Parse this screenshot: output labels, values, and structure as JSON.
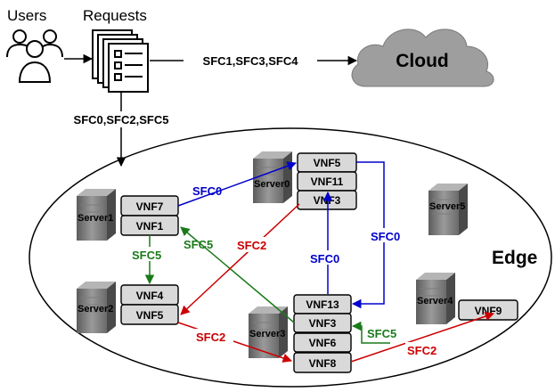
{
  "header": {
    "users_label": "Users",
    "requests_label": "Requests"
  },
  "cloud": {
    "label": "Cloud"
  },
  "edge": {
    "label": "Edge"
  },
  "flows": {
    "to_cloud": "SFC1,SFC3,SFC4",
    "to_edge": "SFC0,SFC2,SFC5"
  },
  "servers": [
    "Server0",
    "Server1",
    "Server2",
    "Server3",
    "Server4",
    "Server5"
  ],
  "vnfs": {
    "server0": [
      "VNF5",
      "VNF11",
      "VNF3"
    ],
    "server1": [
      "VNF7",
      "VNF1"
    ],
    "server2": [
      "VNF4",
      "VNF5"
    ],
    "server3": [
      "VNF13",
      "VNF3",
      "VNF6",
      "VNF8"
    ],
    "server4": [
      "VNF9"
    ]
  },
  "chain_labels": {
    "sfc0_top": "SFC0",
    "sfc0_right": "SFC0",
    "sfc0_mid": "SFC0",
    "sfc5_left": "SFC5",
    "sfc5_cross": "SFC5",
    "sfc5_right": "SFC5",
    "sfc2_cross": "SFC2",
    "sfc2_bottom": "SFC2",
    "sfc2_right": "SFC2"
  },
  "colors": {
    "sfc0": "#0000cc",
    "sfc2": "#cc0000",
    "sfc5": "#1a7a1a",
    "vnf_fill": "#d9d9d9",
    "cloud_fill": "#9e9e9e"
  },
  "icons": [
    "users-icon",
    "requests-icon",
    "cloud-icon",
    "server-icon"
  ]
}
